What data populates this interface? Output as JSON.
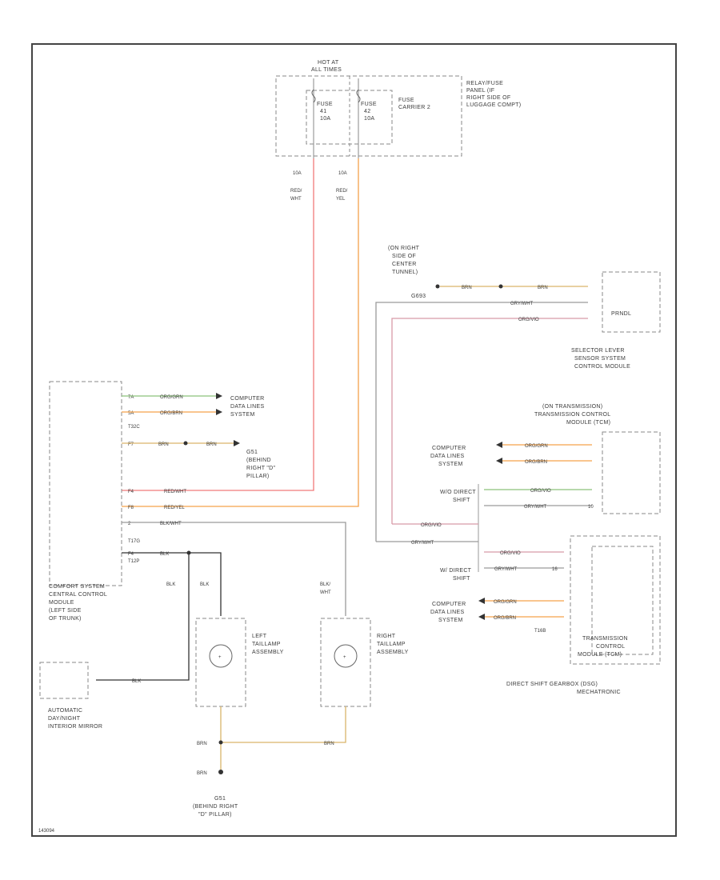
{
  "fuse_panel": {
    "hot_label": [
      "HOT AT",
      "ALL TIMES"
    ],
    "fuse_carrier": [
      "FUSE",
      "CARRIER 2"
    ],
    "relay_panel": [
      "RELAY/FUSE",
      "PANEL (IF",
      "RIGHT SIDE OF",
      "LUGGAGE COMPT)"
    ],
    "fuse_a": [
      "FUSE",
      "41",
      "10A"
    ],
    "fuse_b": [
      "FUSE",
      "42",
      "10A"
    ]
  },
  "fuse_wires": {
    "a_amp": "10A",
    "a_color": [
      "RED/",
      "WHT"
    ],
    "b_amp": "10A",
    "b_color": [
      "RED/",
      "YEL"
    ]
  },
  "ground_tunnel": {
    "label": [
      "(ON RIGHT",
      "SIDE OF",
      "CENTER",
      "TUNNEL)",
      "G693"
    ],
    "w1": "BRN",
    "w2": "BRN"
  },
  "prndl": {
    "label": "PRNDL",
    "module": [
      "SELECTOR LEVER",
      "SENSOR SYSTEM",
      "CONTROL MODULE"
    ],
    "w_gry": "GRY/WHT",
    "w_org": "ORG/VIO"
  },
  "comfort": {
    "label": [
      "COMFORT SYSTEM",
      "CENTRAL CONTROL",
      "MODULE",
      "(LEFT SIDE",
      "OF TRUNK)"
    ],
    "conn1": "T32C",
    "conn2": "T17G",
    "conn3": "T12P",
    "pins": [
      "7A",
      "5A",
      "F7",
      "F4",
      "F8",
      "2",
      "F4"
    ],
    "wires": [
      "ORG/GRN",
      "ORG/BRN",
      "BRN",
      "BRN",
      "RED/WHT",
      "RED/YEL",
      "BLK/WHT",
      "BLK"
    ]
  },
  "cdl1": [
    "COMPUTER",
    "DATA LINES",
    "SYSTEM"
  ],
  "ground_pillar1": [
    "G51",
    "(BEHIND",
    "RIGHT \"D\"",
    "PILLAR)"
  ],
  "tcm": {
    "label": [
      "(ON TRANSMISSION)",
      "TRANSMISSION CONTROL",
      "MODULE (TCM)"
    ],
    "cdl": [
      "COMPUTER",
      "DATA LINES",
      "SYSTEM"
    ],
    "direct1": [
      "W/O DIRECT",
      "SHIFT"
    ],
    "direct2": [
      "W/ DIRECT",
      "SHIFT"
    ],
    "w": [
      "ORG/GRN",
      "ORG/BRN",
      "ORG/VIO",
      "GRY/WHT",
      "ORG/VIO",
      "GRY/WHT"
    ],
    "pins": [
      "10",
      "16"
    ]
  },
  "dsg": {
    "label": [
      "TRANSMISSION",
      "CONTROL",
      "MODULE (TCM)"
    ],
    "conn": "T16B",
    "cdl": [
      "COMPUTER",
      "DATA LINES",
      "SYSTEM"
    ],
    "w": [
      "ORG/GRN",
      "ORG/BRN"
    ],
    "caption": [
      "DIRECT SHIFT GEARBOX (DSG)",
      "MECHATRONIC"
    ]
  },
  "lamps": {
    "left": [
      "LEFT",
      "TAILLAMP",
      "ASSEMBLY"
    ],
    "right": [
      "RIGHT",
      "TAILLAMP",
      "ASSEMBLY"
    ],
    "w_blk": "BLK",
    "w_blk2": [
      "BLK/",
      "WHT"
    ],
    "w_brn": "BRN"
  },
  "mirror": {
    "label": [
      "AUTOMATIC",
      "DAY/NIGHT",
      "INTERIOR MIRROR"
    ],
    "wire": "BLK"
  },
  "ground_pillar2": [
    "G51",
    "(BEHIND RIGHT",
    "\"D\" PILLAR)"
  ],
  "figure_id": "143094",
  "colors": {
    "red": "#f07a7a",
    "orange": "#f5a24a",
    "brown_yel": "#d9b56a",
    "green": "#8cc27a",
    "gray": "#9a9a9a",
    "pink": "#d89aa8",
    "black": "#333333"
  }
}
